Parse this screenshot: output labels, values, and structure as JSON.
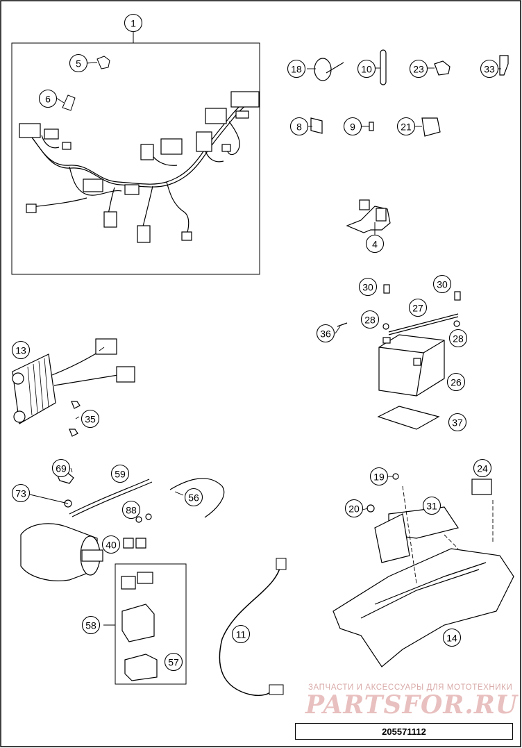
{
  "diagram": {
    "callouts": [
      {
        "id": "c1",
        "label": "1"
      },
      {
        "id": "c5",
        "label": "5"
      },
      {
        "id": "c6",
        "label": "6"
      },
      {
        "id": "c18",
        "label": "18"
      },
      {
        "id": "c10",
        "label": "10"
      },
      {
        "id": "c23",
        "label": "23"
      },
      {
        "id": "c33",
        "label": "33"
      },
      {
        "id": "c8",
        "label": "8"
      },
      {
        "id": "c9",
        "label": "9"
      },
      {
        "id": "c21",
        "label": "21"
      },
      {
        "id": "c4",
        "label": "4"
      },
      {
        "id": "c30a",
        "label": "30"
      },
      {
        "id": "c30b",
        "label": "30"
      },
      {
        "id": "c27",
        "label": "27"
      },
      {
        "id": "c28a",
        "label": "28"
      },
      {
        "id": "c36",
        "label": "36"
      },
      {
        "id": "c28b",
        "label": "28"
      },
      {
        "id": "c26",
        "label": "26"
      },
      {
        "id": "c37",
        "label": "37"
      },
      {
        "id": "c13",
        "label": "13"
      },
      {
        "id": "c35",
        "label": "35"
      },
      {
        "id": "c69",
        "label": "69"
      },
      {
        "id": "c59",
        "label": "59"
      },
      {
        "id": "c73",
        "label": "73"
      },
      {
        "id": "c56",
        "label": "56"
      },
      {
        "id": "c88",
        "label": "88"
      },
      {
        "id": "c40",
        "label": "40"
      },
      {
        "id": "c58",
        "label": "58"
      },
      {
        "id": "c57",
        "label": "57"
      },
      {
        "id": "c11",
        "label": "11"
      },
      {
        "id": "c19",
        "label": "19"
      },
      {
        "id": "c24",
        "label": "24"
      },
      {
        "id": "c31",
        "label": "31"
      },
      {
        "id": "c20",
        "label": "20"
      },
      {
        "id": "c14",
        "label": "14"
      }
    ]
  },
  "watermark": {
    "subtitle": "ЗАПЧАСТИ И АКСЕССУАРЫ ДЛЯ МОТОТЕХНИКИ",
    "logo": "PARTSFOR.RU"
  },
  "drawing_number": "205571112"
}
